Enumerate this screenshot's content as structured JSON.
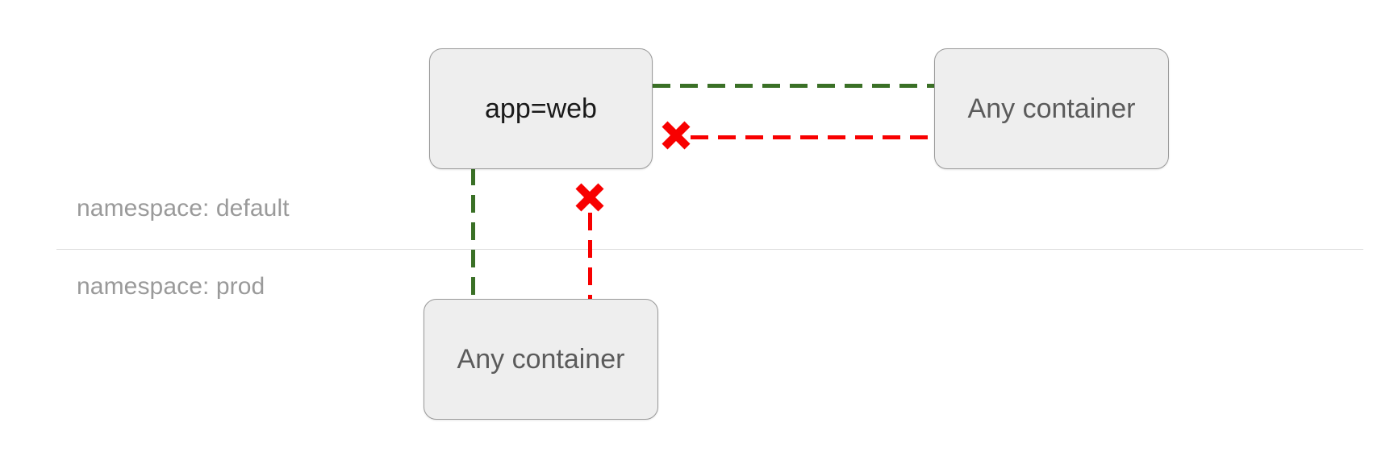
{
  "diagram": {
    "title": "Kubernetes network policy namespace diagram",
    "background": "#ffffff",
    "zones": [
      {
        "id": "default",
        "label": "namespace: default"
      },
      {
        "id": "prod",
        "label": "namespace: prod"
      }
    ],
    "divider": {
      "color": "#dcdcdc"
    },
    "nodes": [
      {
        "id": "app-web",
        "label": "app=web",
        "zone": "default",
        "kind": "selector"
      },
      {
        "id": "right-any",
        "label": "Any container",
        "zone": "default",
        "kind": "generic"
      },
      {
        "id": "bottom-any",
        "label": "Any container",
        "zone": "prod",
        "kind": "generic"
      }
    ],
    "edges": [
      {
        "id": "app-web-to-right-any-allow",
        "from": "app-web",
        "to": "right-any",
        "state": "allowed",
        "color": "#3a7026",
        "style": "dashed"
      },
      {
        "id": "app-web-to-right-any-deny",
        "from": "app-web",
        "to": "right-any",
        "state": "denied",
        "color": "#f80000",
        "style": "dashed"
      },
      {
        "id": "app-web-to-bottom-any-allow",
        "from": "app-web",
        "to": "bottom-any",
        "state": "allowed",
        "color": "#3a7026",
        "style": "dashed"
      },
      {
        "id": "app-web-to-bottom-any-deny",
        "from": "app-web",
        "to": "bottom-any",
        "state": "denied",
        "color": "#f80000",
        "style": "dashed"
      }
    ],
    "markers": [
      {
        "id": "deny-x-right",
        "icon": "cross-x-icon",
        "color": "#f80000",
        "on_edge": "app-web-to-right-any-deny"
      },
      {
        "id": "deny-x-mid",
        "icon": "cross-x-icon",
        "color": "#f80000",
        "on_edge": "app-web-to-bottom-any-deny"
      }
    ],
    "palette": {
      "node_fill": "#eeeeee",
      "node_border": "#9a9a9a",
      "selector_text": "#1a1a1a",
      "generic_text": "#5b5b5b",
      "label_text": "#9a9a9a",
      "allow": "#3a7026",
      "deny": "#f80000"
    }
  }
}
